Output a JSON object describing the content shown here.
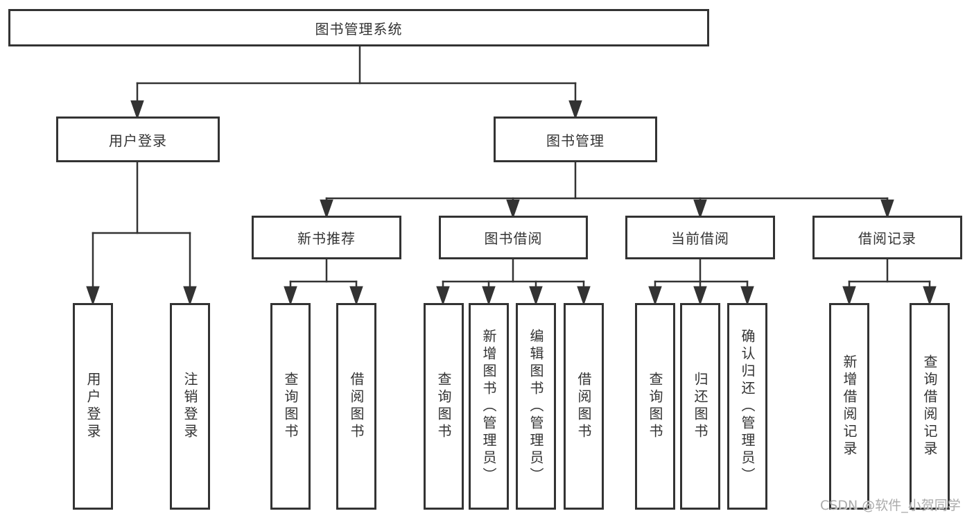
{
  "tree": {
    "root": {
      "label": "图书管理系统"
    },
    "user_login": {
      "label": "用户登录",
      "children": [
        {
          "label": "用户登录"
        },
        {
          "label": "注销登录"
        }
      ]
    },
    "book_mgmt": {
      "label": "图书管理",
      "sections": [
        {
          "label": "新书推荐",
          "children": [
            {
              "label": "查询图书"
            },
            {
              "label": "借阅图书"
            }
          ]
        },
        {
          "label": "图书借阅",
          "children": [
            {
              "label": "查询图书"
            },
            {
              "label": "新增图书（管理员）"
            },
            {
              "label": "编辑图书（管理员）"
            },
            {
              "label": "借阅图书"
            }
          ]
        },
        {
          "label": "当前借阅",
          "children": [
            {
              "label": "查询图书"
            },
            {
              "label": "归还图书"
            },
            {
              "label": "确认归还（管理员）"
            }
          ]
        },
        {
          "label": "借阅记录",
          "children": [
            {
              "label": "新增借阅记录"
            },
            {
              "label": "查询借阅记录"
            }
          ]
        }
      ]
    }
  },
  "watermark": "CSDN @软件_小贺同学",
  "colors": {
    "line": "#333333",
    "text": "#333333",
    "watermark": "#ababab",
    "background": "#ffffff"
  }
}
